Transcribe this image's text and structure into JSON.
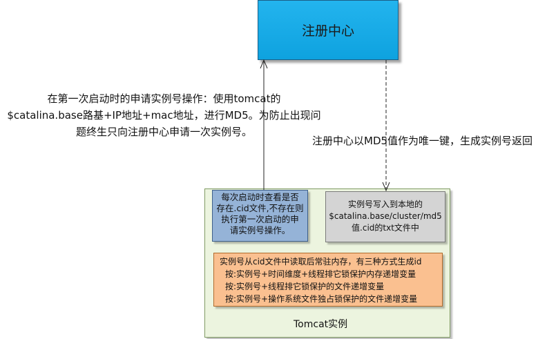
{
  "registry": {
    "label": "注册中心"
  },
  "notes": {
    "request_lines": [
      "在第一次启动时的申请实例号操作：使用tomcat的",
      "$catalina.base路基+IP地址+mac地址，进行MD5。为防止出现问",
      "题终生只向注册中心申请一次实例号。"
    ],
    "response": "注册中心以MD5值作为唯一键，生成实例号返回"
  },
  "tomcat": {
    "label": "Tomcat实例",
    "startup_lines": [
      "每次启动时查看是否",
      "存在.cid文件,不存在则",
      "执行第一次启动的申",
      "请实例号操作。"
    ],
    "write_lines": [
      "实例号写入到本地的",
      "$catalina.base/cluster/md5",
      "值.cid的txt文件中"
    ],
    "read_lines": [
      "实例号从cid文件中读取后常驻内存，有三种方式生成id",
      "按:实例号+时间维度+线程排它锁保护内存递增变量",
      "按:实例号+线程排它锁保护的文件递增变量",
      "按:实例号+操作系统文件独占锁保护的文件递增变量"
    ]
  }
}
